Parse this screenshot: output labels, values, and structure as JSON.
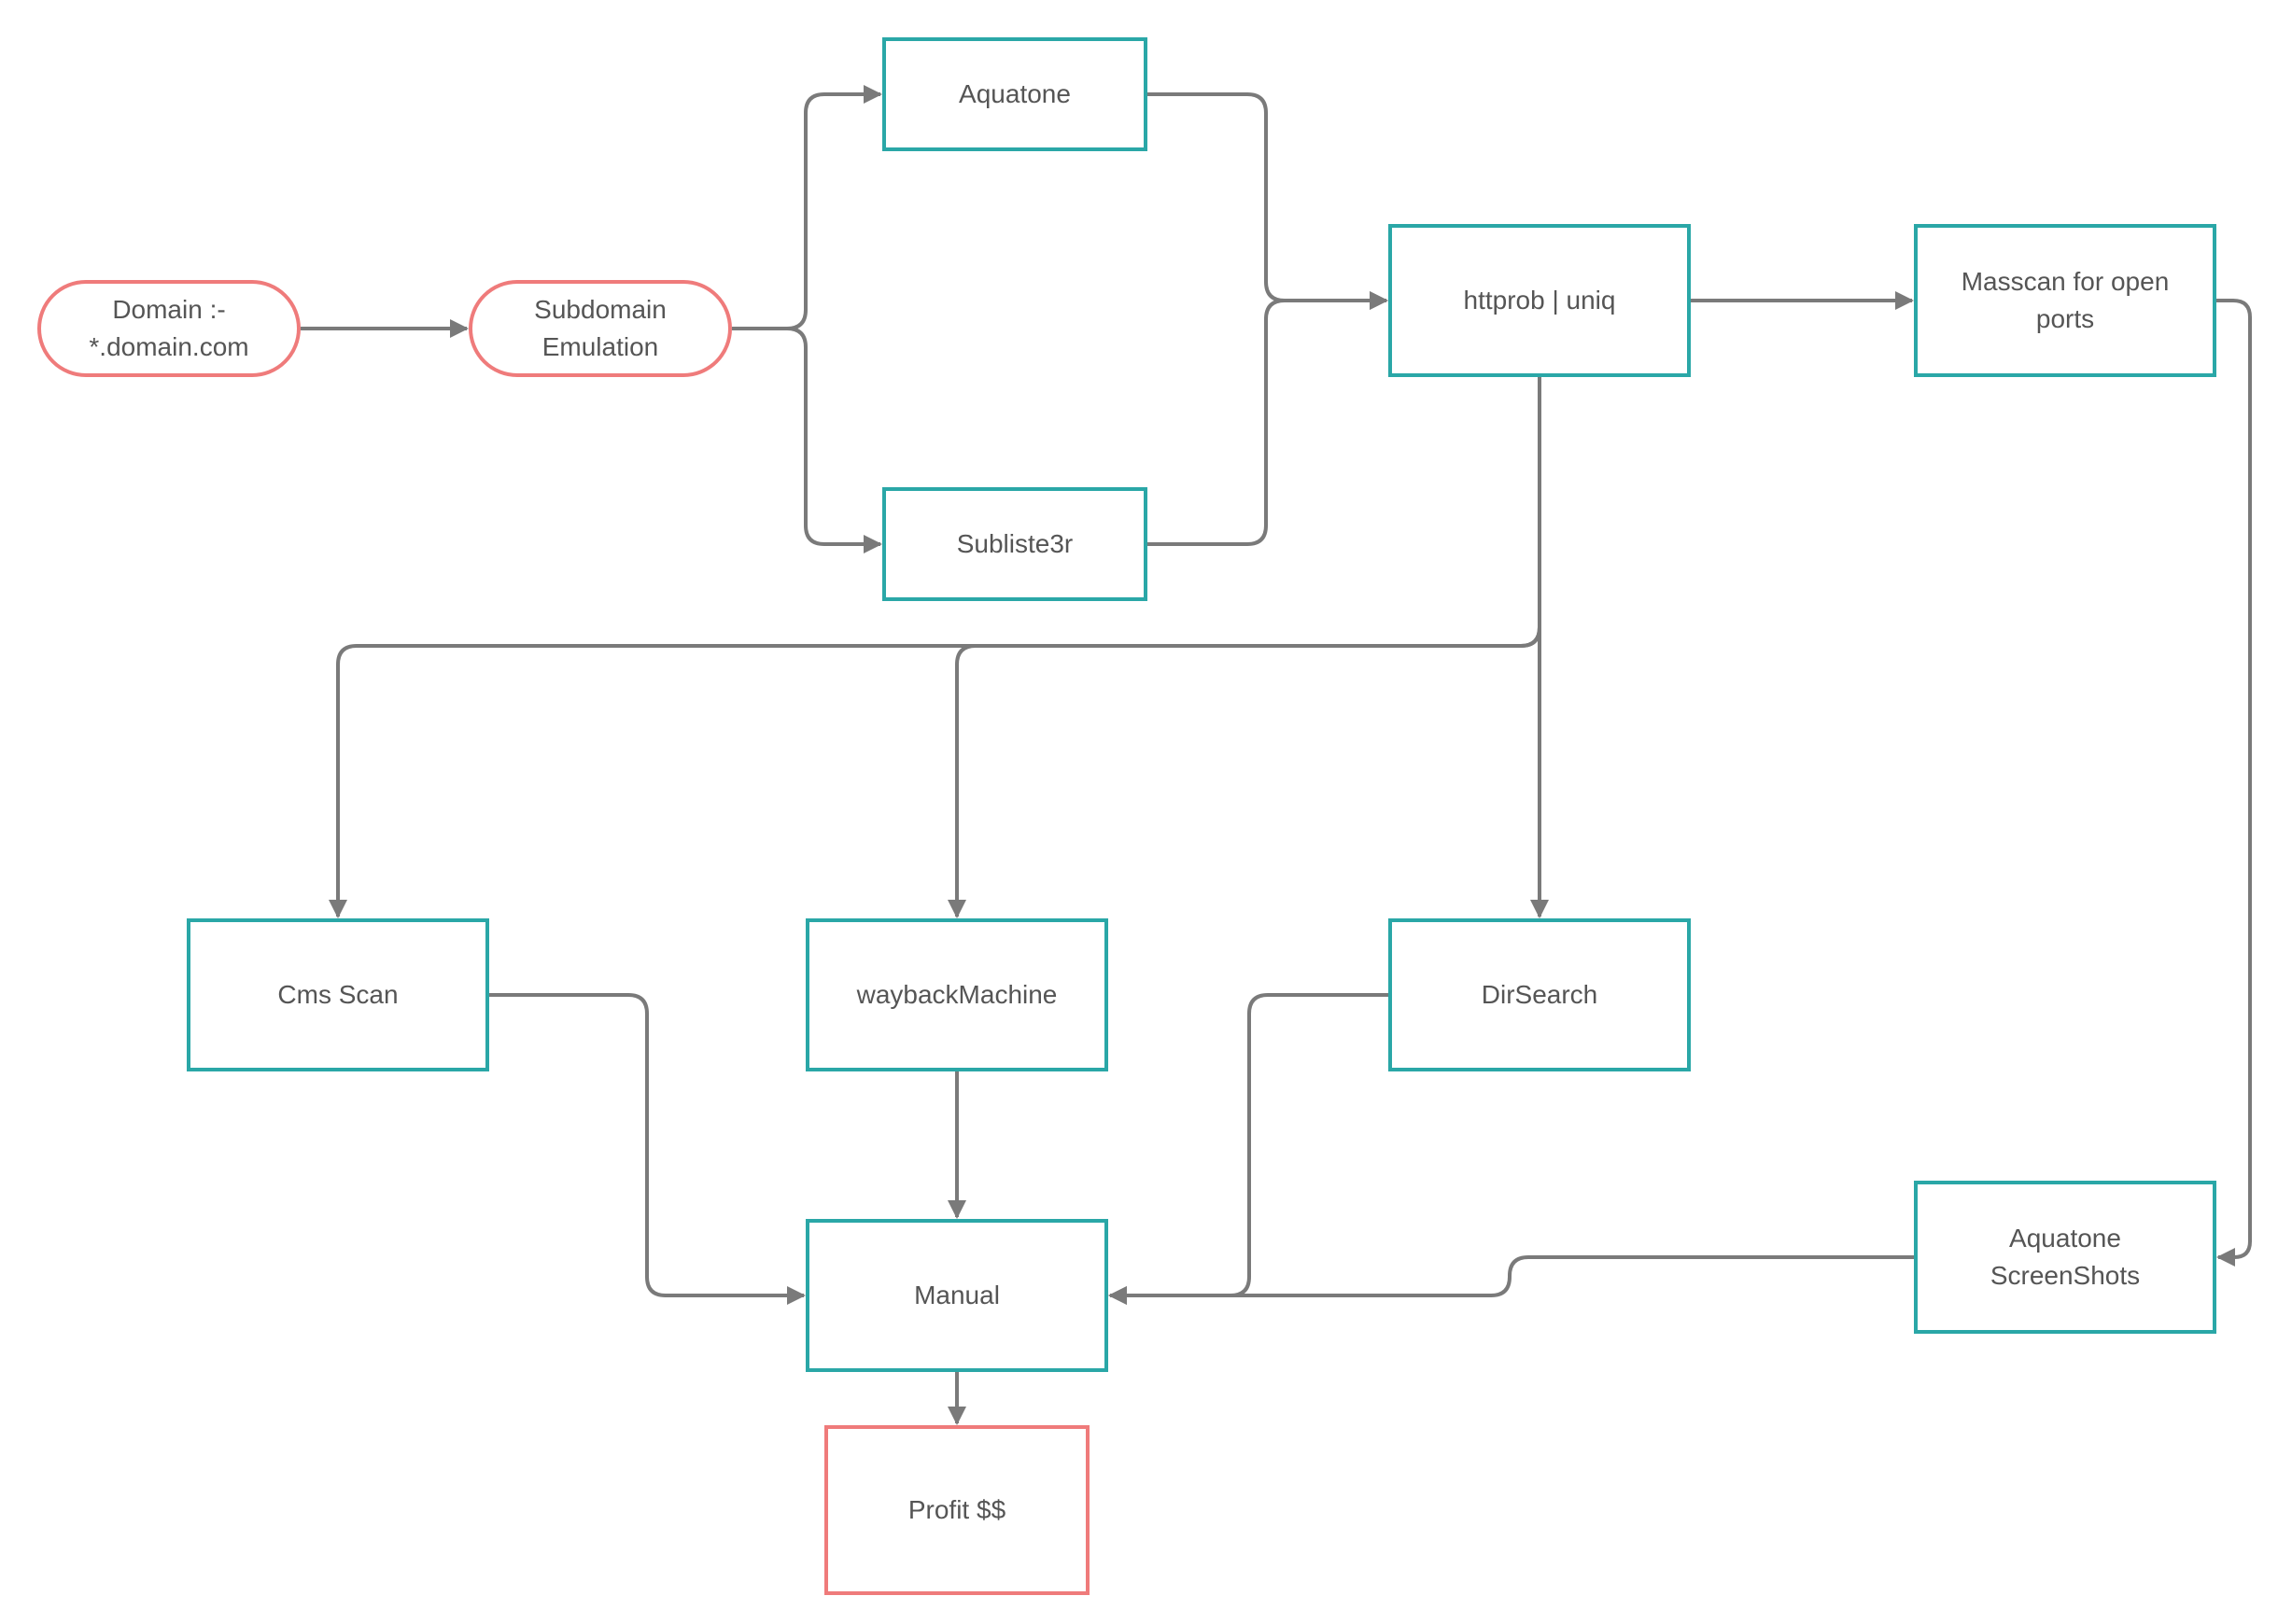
{
  "diagram": {
    "colors": {
      "process_border": "#2aa7a7",
      "terminal_border": "#ef7b7b",
      "connector": "#7a7a7a",
      "text": "#555555"
    },
    "nodes": [
      {
        "id": "domain",
        "label": "Domain :-\n*.domain.com",
        "shape": "terminal"
      },
      {
        "id": "subdomain",
        "label": "Subdomain\nEmulation",
        "shape": "terminal"
      },
      {
        "id": "aquatone",
        "label": "Aquatone",
        "shape": "process"
      },
      {
        "id": "sublist3r",
        "label": "Subliste3r",
        "shape": "process"
      },
      {
        "id": "httprob",
        "label": "httprob | uniq",
        "shape": "process"
      },
      {
        "id": "masscan",
        "label": "Masscan for open ports",
        "shape": "process"
      },
      {
        "id": "cms",
        "label": "Cms Scan",
        "shape": "process"
      },
      {
        "id": "wayback",
        "label": "waybackMachine",
        "shape": "process"
      },
      {
        "id": "dirsearch",
        "label": "DirSearch",
        "shape": "process"
      },
      {
        "id": "manual",
        "label": "Manual",
        "shape": "process"
      },
      {
        "id": "aquatone_ss",
        "label": "Aquatone ScreenShots",
        "shape": "process"
      },
      {
        "id": "profit",
        "label": "Profit $$",
        "shape": "final"
      }
    ],
    "edges": [
      {
        "from": "domain",
        "to": "subdomain"
      },
      {
        "from": "subdomain",
        "to": "aquatone"
      },
      {
        "from": "subdomain",
        "to": "sublist3r"
      },
      {
        "from": "aquatone",
        "to": "httprob"
      },
      {
        "from": "sublist3r",
        "to": "httprob"
      },
      {
        "from": "httprob",
        "to": "masscan"
      },
      {
        "from": "masscan",
        "to": "aquatone_ss"
      },
      {
        "from": "httprob",
        "to": "cms"
      },
      {
        "from": "httprob",
        "to": "wayback"
      },
      {
        "from": "httprob",
        "to": "dirsearch"
      },
      {
        "from": "cms",
        "to": "manual"
      },
      {
        "from": "wayback",
        "to": "manual"
      },
      {
        "from": "dirsearch",
        "to": "manual"
      },
      {
        "from": "aquatone_ss",
        "to": "manual"
      },
      {
        "from": "manual",
        "to": "profit"
      }
    ]
  }
}
